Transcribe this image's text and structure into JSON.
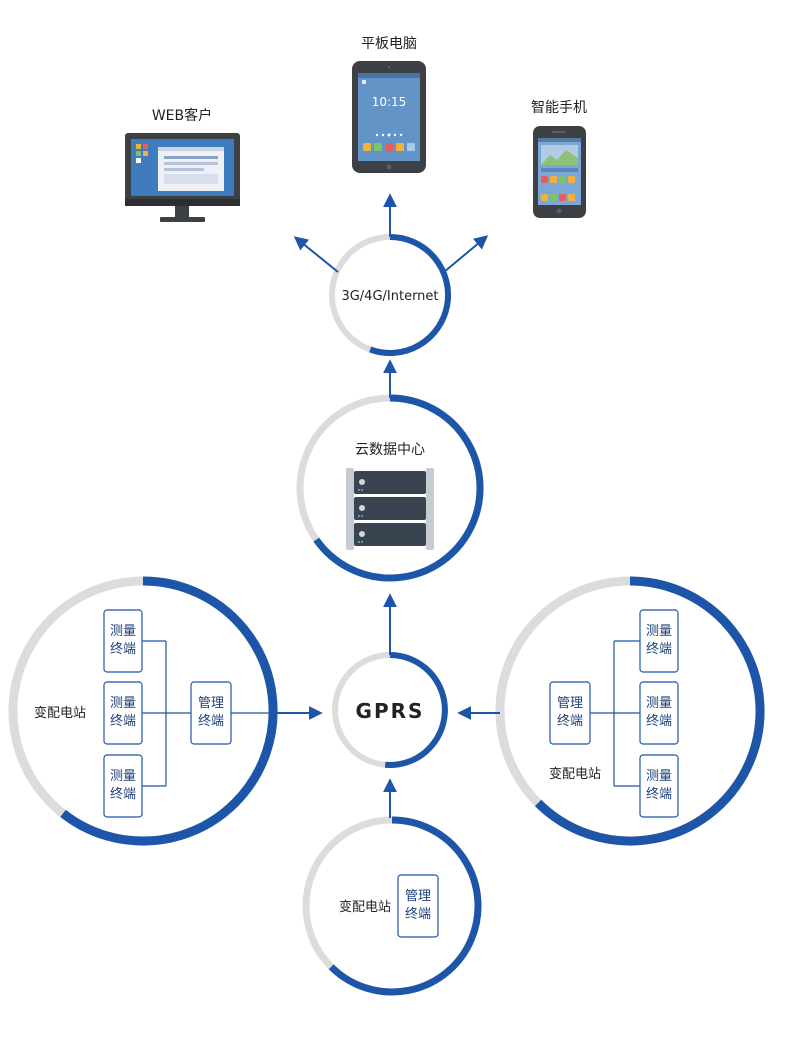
{
  "colors": {
    "accent": "#1d56a8",
    "ring_gray": "#dcdcdc",
    "box_border": "#1d56a8",
    "device_dark": "#3d4044",
    "server_dark": "#3a4350"
  },
  "devices": {
    "web_label": "WEB客户",
    "tablet_label": "平板电脑",
    "tablet_time": "10:15",
    "phone_label": "智能手机"
  },
  "network": {
    "label": "3G/4G/Internet"
  },
  "cloud": {
    "label": "云数据中心"
  },
  "gprs": {
    "label": "GPRS"
  },
  "stations": {
    "left": {
      "label": "变配电站",
      "manager": "管理\n终端",
      "terminals": [
        "测量\n终端",
        "测量\n终端",
        "测量\n终端"
      ]
    },
    "right": {
      "label": "变配电站",
      "manager": "管理\n终端",
      "terminals": [
        "测量\n终端",
        "测量\n终端",
        "测量\n终端"
      ]
    },
    "bottom": {
      "label": "变配电站",
      "manager": "管理\n终端"
    }
  }
}
